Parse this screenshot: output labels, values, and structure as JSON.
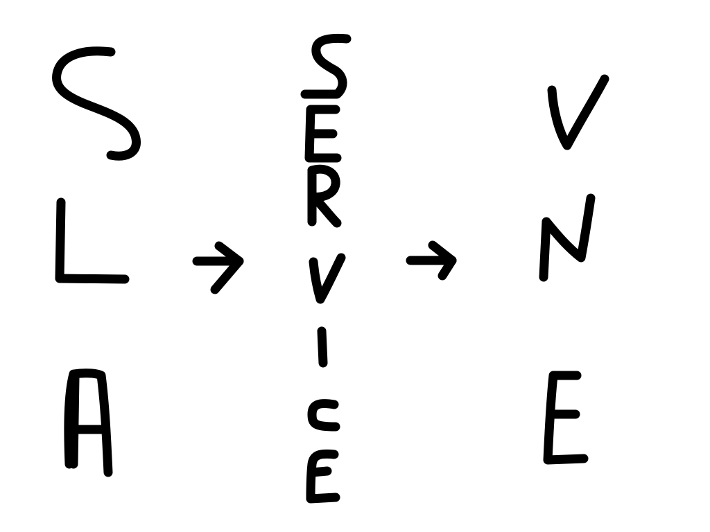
{
  "ink_color": "#000000",
  "background_color": "#ffffff",
  "columns": {
    "left": {
      "letters": [
        "S",
        "L",
        "A"
      ]
    },
    "middle": {
      "letters": [
        "S",
        "E",
        "R",
        "V",
        "I",
        "C",
        "E"
      ]
    },
    "right": {
      "letters": [
        "V",
        "N",
        "E"
      ]
    }
  },
  "arrows": [
    {
      "icon": "arrow-right-icon"
    },
    {
      "icon": "arrow-right-icon"
    }
  ]
}
